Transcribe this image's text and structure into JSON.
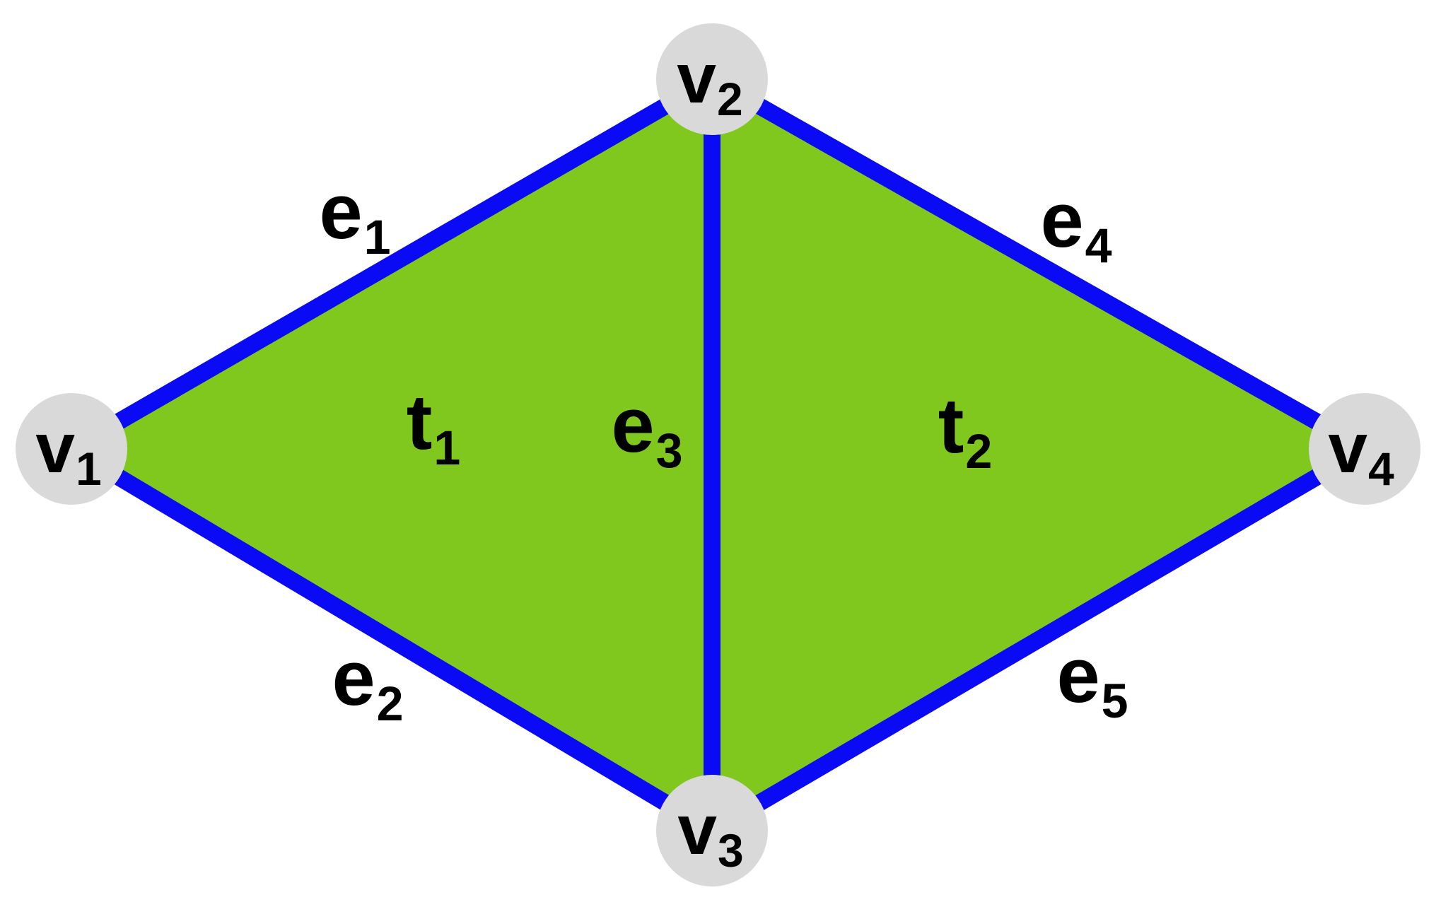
{
  "colors": {
    "face_fill": "#80C81E",
    "edge": "#0A0AF5",
    "vertex_fill": "#D9D9D9",
    "text": "#000000"
  },
  "vertices": [
    {
      "id": "v1",
      "base": "v",
      "sub": "1"
    },
    {
      "id": "v2",
      "base": "v",
      "sub": "2"
    },
    {
      "id": "v3",
      "base": "v",
      "sub": "3"
    },
    {
      "id": "v4",
      "base": "v",
      "sub": "4"
    }
  ],
  "edges": [
    {
      "id": "e1",
      "base": "e",
      "sub": "1",
      "from": "v1",
      "to": "v2"
    },
    {
      "id": "e2",
      "base": "e",
      "sub": "2",
      "from": "v1",
      "to": "v3"
    },
    {
      "id": "e3",
      "base": "e",
      "sub": "3",
      "from": "v2",
      "to": "v3"
    },
    {
      "id": "e4",
      "base": "e",
      "sub": "4",
      "from": "v2",
      "to": "v4"
    },
    {
      "id": "e5",
      "base": "e",
      "sub": "5",
      "from": "v3",
      "to": "v4"
    }
  ],
  "triangles": [
    {
      "id": "t1",
      "base": "t",
      "sub": "1",
      "vertices": [
        "v1",
        "v2",
        "v3"
      ]
    },
    {
      "id": "t2",
      "base": "t",
      "sub": "2",
      "vertices": [
        "v2",
        "v3",
        "v4"
      ]
    }
  ]
}
